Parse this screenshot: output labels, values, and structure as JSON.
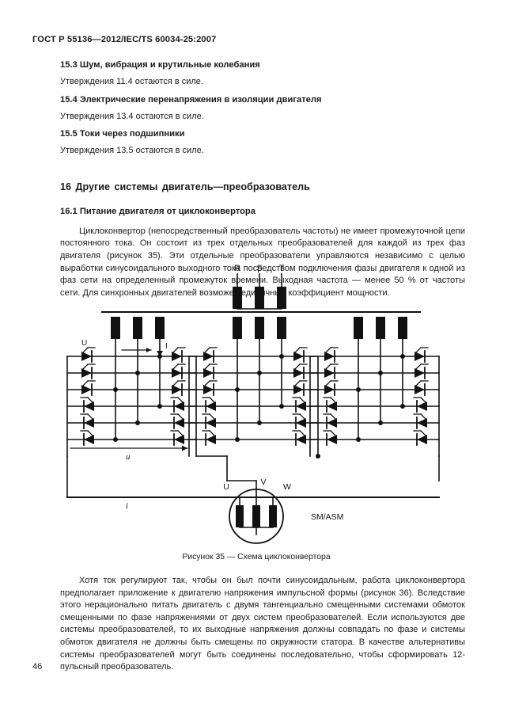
{
  "document": {
    "running_head": "ГОСТ Р 55136—2012/IEC/TS 60034-25:2007",
    "page_number": "46"
  },
  "sections": [
    {
      "heading": "15.3 Шум, вибрация и крутильные колебания",
      "body": "Утверждения 11.4 остаются в силе."
    },
    {
      "heading": "15.4 Электрические перенапряжения в изоляции двигателя",
      "body": "Утверждения 13.4 остаются в силе."
    },
    {
      "heading": "15.5 Токи через подшипники",
      "body": "Утверждения 13.5 остаются в силе."
    }
  ],
  "clause": {
    "title": "16 Другие системы двигатель—преобразователь",
    "subclause": "16.1 Питание двигателя от циклоконвертора",
    "paragraph": "Циклоконвертор (непосредственный преобразователь частоты) не имеет промежуточной цепи постоянного тока. Он состоит из трех отдельных преобразователей для каждой из трех фаз двигателя (рисунок 35). Эти отдельные преобразователи управляются независимо с целью выработки синусоидального выходного тока посредством подключения фазы двигателя к одной из фаз сети на определенный промежуток времени. Выходная частота — менее 50 % от частоты сети. Для синхронных двигателей возможен единичный коэффициент мощности."
  },
  "figure": {
    "caption": "Рисунок 35 — Схема циклоконвертора",
    "labels": {
      "supply_r": "R",
      "supply_s": "S",
      "supply_t": "T",
      "voltage_big": "U",
      "current_big": "I",
      "voltage_small": "u",
      "current_small": "i",
      "motor_u": "U",
      "motor_v": "V",
      "motor_w": "W",
      "motor_type": "SM/ASM"
    }
  },
  "tail": {
    "paragraph": "Хотя ток регулируют так, чтобы он был почти синусоидальным, работа циклоконвертора предполагает приложение к двигателю напряжения импульсной формы (рисунок 36). Вследствие этого нерационально питать двигатель с двумя тангенциально смещенными системами обмоток смещенными по фазе напряжениями от двух систем преобразователей. Если используются две системы преобразователей, то их выходные напряжения должны совпадать по фазе и системы обмоток двигателя не должны быть смещены по окружности статора. В качестве альтернативы системы преобразователей могут быть соединены последовательно, чтобы сформировать 12-пульсный преобразователь."
  },
  "colors": {
    "ink": "#1a1a1a",
    "paper": "#ffffff"
  }
}
